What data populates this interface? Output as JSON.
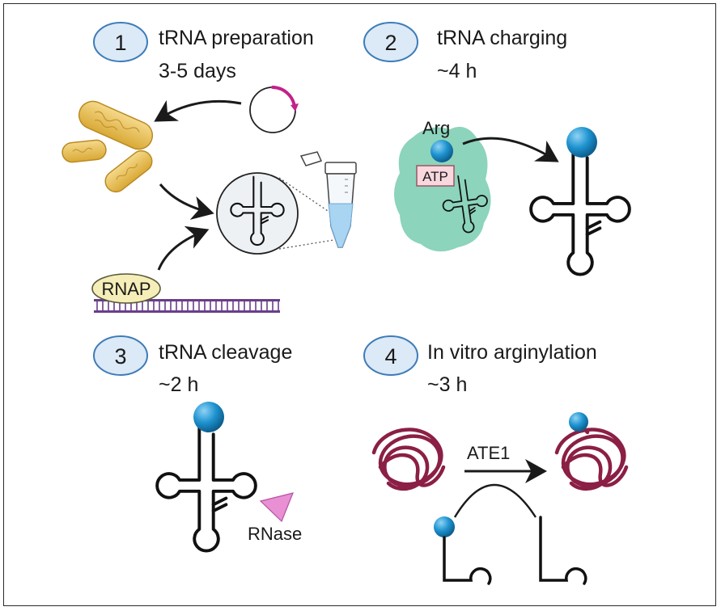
{
  "steps": [
    {
      "number": "1",
      "title": "tRNA preparation",
      "duration": "3-5 days"
    },
    {
      "number": "2",
      "title": "tRNA charging",
      "duration": "~4 h"
    },
    {
      "number": "3",
      "title": "tRNA cleavage",
      "duration": "~2 h"
    },
    {
      "number": "4",
      "title": "In vitro arginylation",
      "duration": "~3 h"
    }
  ],
  "labels": {
    "rnap": "RNAP",
    "arg": "Arg",
    "atp": "ATP",
    "rnase": "RNase",
    "ate1": "ATE1"
  },
  "colors": {
    "step_badge_fill": "#dce9f6",
    "step_badge_stroke": "#3d7cb8",
    "amino_acid": "#1e93cf",
    "bacteria": "#e6bf5a",
    "plasmid_marker": "#c2228b",
    "synthetase": "#7fcfb4",
    "atp_box": "#f9d7de",
    "rnase": "#e98fd4",
    "protein": "#8b1f45",
    "rnap_fill": "#f6eeb8",
    "dna": "#6a3d8a",
    "tube_liquid": "#a9d4f2"
  },
  "icons": [
    "plasmid-icon",
    "bacteria-icon",
    "microcentrifuge-tube-icon",
    "trna-icon",
    "protein-icon",
    "enzyme-icon"
  ]
}
